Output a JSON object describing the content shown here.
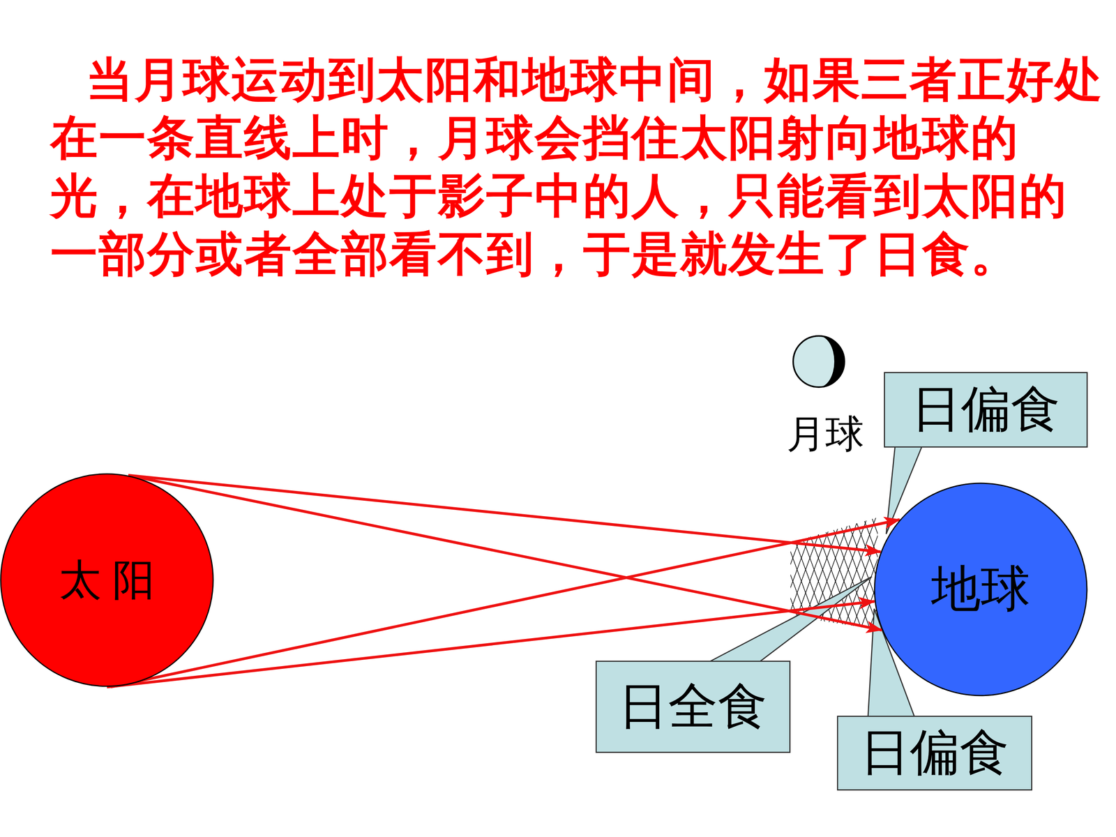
{
  "diagram": {
    "title": "当月球运动到太阳和地球中间，如果三者正好处在一条直线上时，月球会挡住太阳射向地球的光，在地球上处于影子中的人，只能看到太阳的一部分或者全部看不到，于是就发生了日食。",
    "nodes": [
      {
        "text": [
          "太 阳"
        ]
      },
      {
        "text": [
          "月球"
        ]
      },
      {
        "text": [
          "日偏食"
        ]
      },
      {
        "text": [
          "地球"
        ]
      },
      {
        "text": [
          "日全食"
        ]
      },
      {
        "text": [
          "日偏食"
        ]
      }
    ],
    "edges": [
      {
        "from": 0,
        "to": 3,
        "arrow": "to"
      },
      {
        "from": 0,
        "to": 3,
        "arrow": "to"
      },
      {
        "from": 0,
        "to": 3,
        "arrow": "to"
      },
      {
        "from": 0,
        "to": 3,
        "arrow": "to"
      }
    ]
  }
}
